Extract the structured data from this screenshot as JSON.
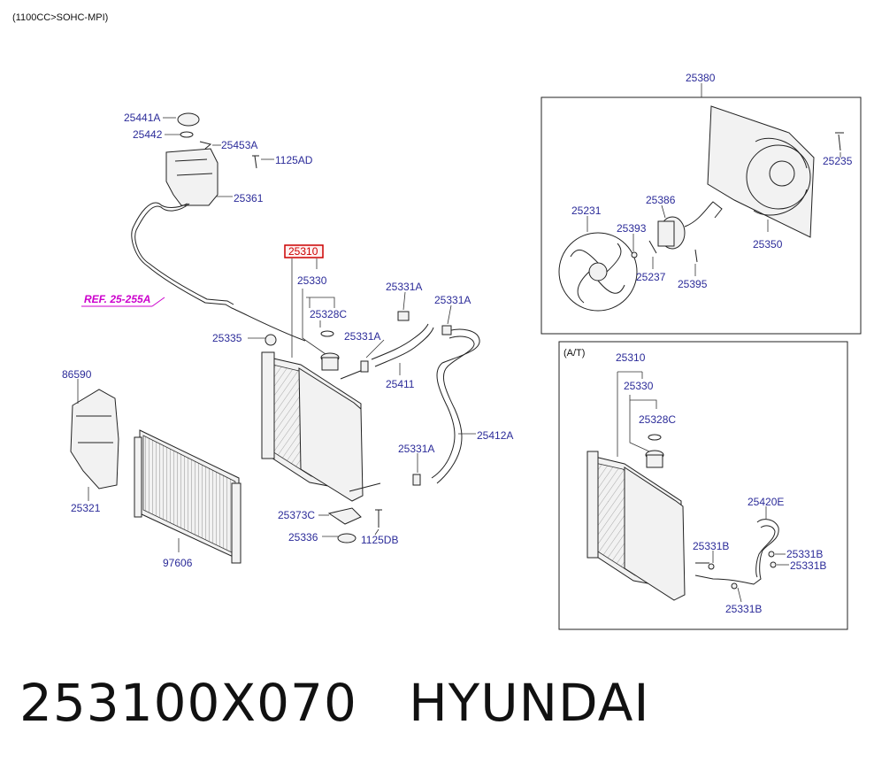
{
  "header": {
    "engine_note": "(1100CC>SOHC-MPI)"
  },
  "main": {
    "ref_link": "REF. 25-255A",
    "parts": {
      "p25441A": "25441A",
      "p25442": "25442",
      "p25453A": "25453A",
      "p1125AD": "1125AD",
      "p25361": "25361",
      "p25310": "25310",
      "p25330": "25330",
      "p25328C": "25328C",
      "p25331A_1": "25331A",
      "p25331A_2": "25331A",
      "p25331A_3": "25331A",
      "p25331A_4": "25331A",
      "p25335": "25335",
      "p25411": "25411",
      "p25412A": "25412A",
      "p86590": "86590",
      "p25321": "25321",
      "p97606": "97606",
      "p25373C": "25373C",
      "p25336": "25336",
      "p1125DB": "1125DB"
    }
  },
  "fan_box": {
    "parts": {
      "p25380": "25380",
      "p25235": "25235",
      "p25231": "25231",
      "p25386": "25386",
      "p25393": "25393",
      "p25350": "25350",
      "p25237": "25237",
      "p25395": "25395"
    }
  },
  "at_box": {
    "title": "(A/T)",
    "parts": {
      "p25310": "25310",
      "p25330": "25330",
      "p25328C": "25328C",
      "p25420E": "25420E",
      "p25331B_1": "25331B",
      "p25331B_2": "25331B",
      "p25331B_3": "25331B",
      "p25331B_4": "25331B"
    }
  },
  "footer": {
    "part_number": "253100X070",
    "brand": "HYUNDAI"
  },
  "colors": {
    "label": "#2b2b99",
    "highlight": "#cc0000",
    "ref_link": "#cc00cc"
  }
}
